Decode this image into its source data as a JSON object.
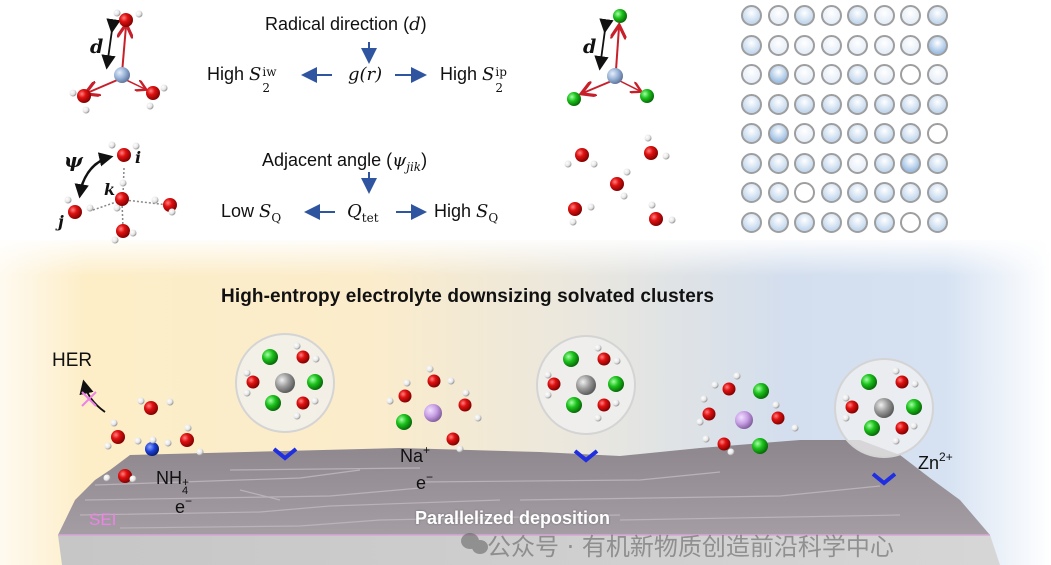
{
  "top": {
    "row1": {
      "header": "Radical direction (",
      "header_var": "d",
      "header_close": ")",
      "left_label": "High ",
      "left_sym": "S",
      "left_sub": "2",
      "left_sup": "iw",
      "center": "g(r)",
      "right_label": "High ",
      "right_sym": "S",
      "right_sub": "2",
      "right_sup": "ip",
      "mol_label": "d",
      "mol_label_right": "d"
    },
    "row2": {
      "header": "Adjacent angle (",
      "header_var": "ψ",
      "header_sub": "jik",
      "header_close": ")",
      "left_label": "Low ",
      "left_sym": "S",
      "left_sub": "Q",
      "center": "Q",
      "center_sub": "tet",
      "right_label": "High ",
      "right_sym": "S",
      "right_sub": "Q",
      "psi": "ψ",
      "i": "i",
      "j": "j",
      "k": "k"
    },
    "grid": {
      "rows": 8,
      "cols": 8,
      "levels": [
        [
          2,
          1,
          2,
          1,
          2,
          1,
          1,
          2
        ],
        [
          2,
          1,
          1,
          1,
          1,
          1,
          1,
          3
        ],
        [
          1,
          3,
          1,
          1,
          2,
          1,
          0,
          1
        ],
        [
          2,
          2,
          2,
          2,
          2,
          2,
          2,
          2
        ],
        [
          2,
          3,
          1,
          2,
          2,
          2,
          2,
          0
        ],
        [
          2,
          2,
          2,
          2,
          1,
          2,
          3,
          2
        ],
        [
          2,
          2,
          0,
          2,
          2,
          2,
          2,
          2
        ],
        [
          2,
          2,
          2,
          2,
          2,
          2,
          0,
          2
        ]
      ],
      "colors": [
        "#ffffff",
        "#e6eef8",
        "#c4d8ee",
        "#9fc0e4"
      ]
    }
  },
  "bottom": {
    "title": "High-entropy electrolyte downsizing solvated clusters",
    "her": "HER",
    "nh4": "NH",
    "nh4_sub": "4",
    "nh4_sup": "+",
    "e1": "e",
    "e1_sup": "−",
    "na": "Na",
    "na_sup": "+",
    "e2": "e",
    "e2_sup": "−",
    "zn": "Zn",
    "zn_sup": "2+",
    "sei": "SEI",
    "deposition": "Parallelized deposition",
    "watermark": "公众号 · 有机新物质创造前沿科学中心"
  },
  "colors": {
    "oxygen": "#e01010",
    "hydrogen": "#f2f2f2",
    "chloride": "#1bc21b",
    "zinc": "#9a9a9a",
    "sodium": "#c9a0e6",
    "nitrogen": "#1a3fd6",
    "center_blue": "#9ab4d8",
    "arrow_red": "#c8202a",
    "arrow_blue": "#2f55a0",
    "chevron": "#1f2ee0",
    "sei_pink": "#ee82e6"
  }
}
